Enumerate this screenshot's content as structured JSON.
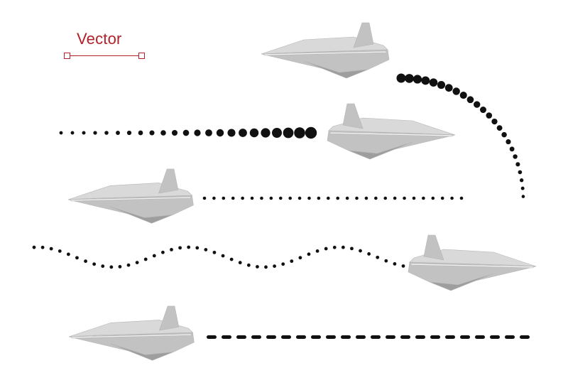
{
  "label": {
    "text": "Vector",
    "color": "#b3202a"
  },
  "colors": {
    "plane_light": "#d9d9d9",
    "plane_mid": "#c2c2c2",
    "plane_dark": "#9e9e9e",
    "plane_edge": "#f2f2f2",
    "trail": "#111111"
  },
  "planes": [
    {
      "name": "plane-top-right-heading-left",
      "direction": "left"
    },
    {
      "name": "plane-second-row-heading-right",
      "direction": "right"
    },
    {
      "name": "plane-third-row-heading-left",
      "direction": "left"
    },
    {
      "name": "plane-fourth-row-heading-right",
      "direction": "right"
    },
    {
      "name": "plane-bottom-row-heading-left",
      "direction": "left"
    }
  ],
  "trails": [
    {
      "name": "curved-dotted-trail",
      "style": "dots-large-to-small-arc"
    },
    {
      "name": "growing-dotted-trail",
      "style": "dots-small-to-large"
    },
    {
      "name": "straight-dotted-trail",
      "style": "dots-uniform"
    },
    {
      "name": "wavy-dotted-trail",
      "style": "dots-wave"
    },
    {
      "name": "dashed-trail",
      "style": "dashes"
    }
  ]
}
